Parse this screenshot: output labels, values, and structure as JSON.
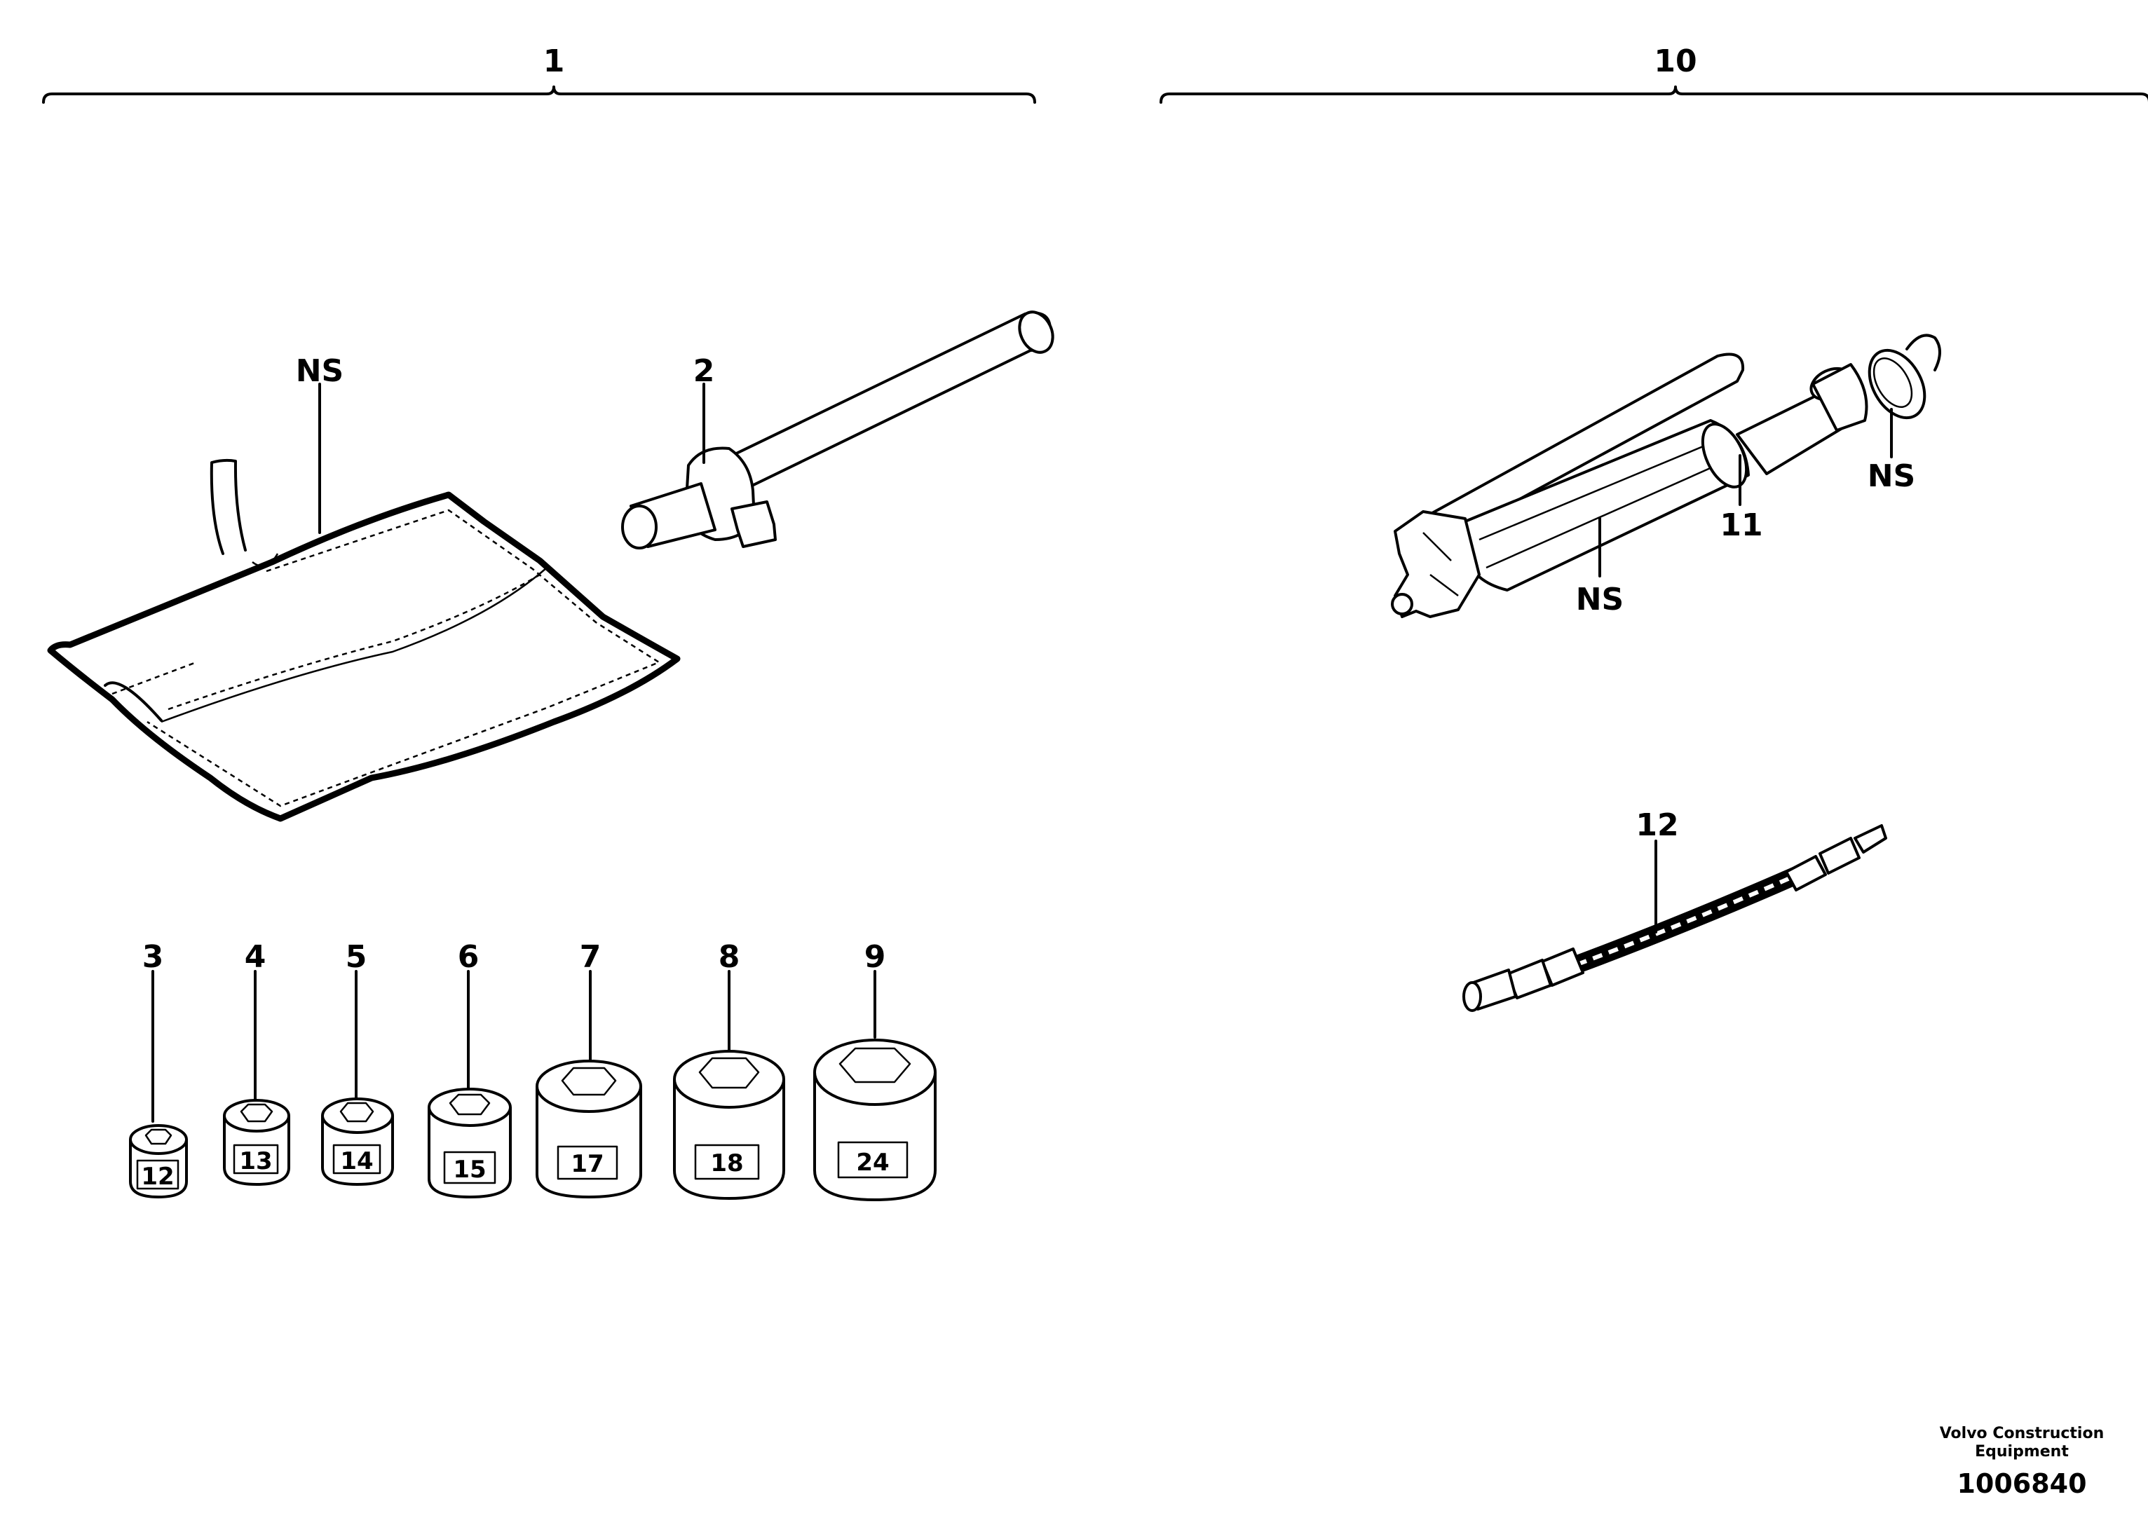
{
  "groups": {
    "left": "1",
    "right": "10"
  },
  "labels": {
    "tool_bag": "NS",
    "wrench_handle": "2",
    "grease_gun_body": "NS",
    "grease_gun_cap": "NS",
    "grease_gun_tube": "11",
    "grease_hose": "12"
  },
  "sockets": [
    {
      "item": "3",
      "size": "12"
    },
    {
      "item": "4",
      "size": "13"
    },
    {
      "item": "5",
      "size": "14"
    },
    {
      "item": "6",
      "size": "15"
    },
    {
      "item": "7",
      "size": "17"
    },
    {
      "item": "8",
      "size": "18"
    },
    {
      "item": "9",
      "size": "24"
    }
  ],
  "footer": {
    "company_line1": "Volvo Construction",
    "company_line2": "Equipment",
    "drawing_number": "1006840"
  }
}
